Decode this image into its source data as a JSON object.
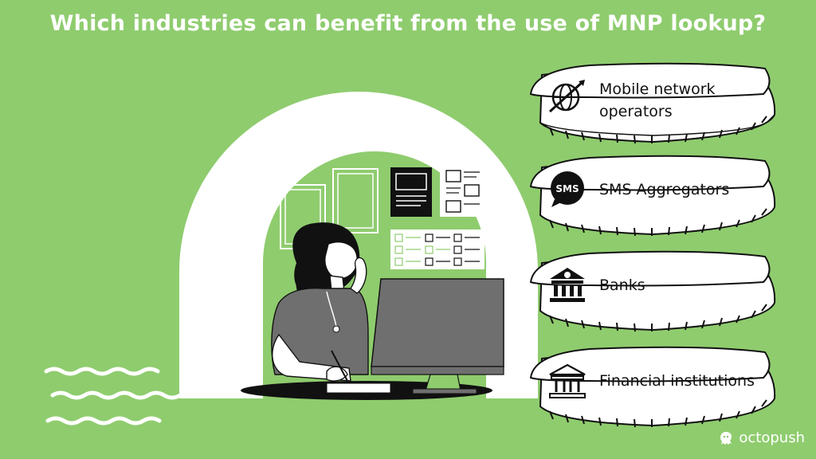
{
  "title": "Which industries can benefit from the use of MNP lookup?",
  "industries": [
    {
      "label_line1": "Mobile network",
      "label_line2": "operators",
      "icon": "globe-network-icon"
    },
    {
      "label_line1": "SMS Aggregators",
      "label_line2": "",
      "icon": "sms-bubble-icon",
      "icon_text": "SMS"
    },
    {
      "label_line1": "Banks",
      "label_line2": "",
      "icon": "bank-dollar-icon"
    },
    {
      "label_line1": "Financial institutions",
      "label_line2": "",
      "icon": "bank-building-icon"
    }
  ],
  "brand": "octopush",
  "colors": {
    "background": "#8fcc6e",
    "card": "#ffffff",
    "ink": "#111111",
    "accent_green": "#8fcc6e"
  }
}
